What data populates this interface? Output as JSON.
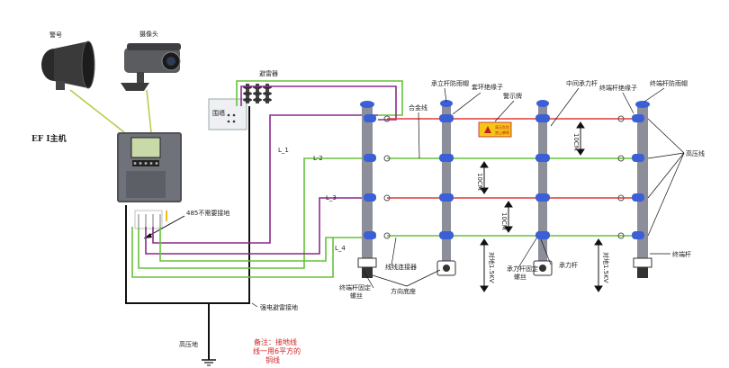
{
  "labels": {
    "alarm": "警号",
    "camera": "摄像头",
    "host": "EF I主机",
    "lightning": "避雷器",
    "wall": "围墙",
    "gnd485": "485不需要接地",
    "strongGnd": "强电避雷接地",
    "hvGround": "高压地",
    "noteLine1": "备注：接地线",
    "noteLine2": "线一用6平方的",
    "noteLine3": "铜线",
    "l1": "L_1",
    "l2": "L-2",
    "l3": "L_3",
    "l4": "L_4",
    "alloyWire": "合金线",
    "hvWire": "高压线",
    "midCap": "承立杆防雨帽",
    "ringInsulator": "套环绝缘子",
    "warningSign": "警示牌",
    "midPole": "中间承力杆",
    "endInsulator": "终端杆绝缘子",
    "endCap": "终端杆防雨帽",
    "endPole": "终端杆",
    "wireConnector": "线线连接器",
    "endBoltLabel": "终端杆固定\n螺丝",
    "directionBase": "方向底座",
    "bearingBolt": "承力杆固定\n螺丝",
    "bearingPole": "承力杆",
    "dist1": "10CM",
    "dist2": "10CM",
    "dist3": "10CM",
    "dist4": "对地1.5KV",
    "dist5": "对地1.5KV",
    "signText1": "高压危险",
    "signText2": "禁止攀爬"
  },
  "colors": {
    "green": "#66c23a",
    "red": "#e23a3a",
    "purple": "#8a2a8a",
    "black": "#111111",
    "pole": "#8c8e9a",
    "insulator": "#3b5fd6"
  }
}
